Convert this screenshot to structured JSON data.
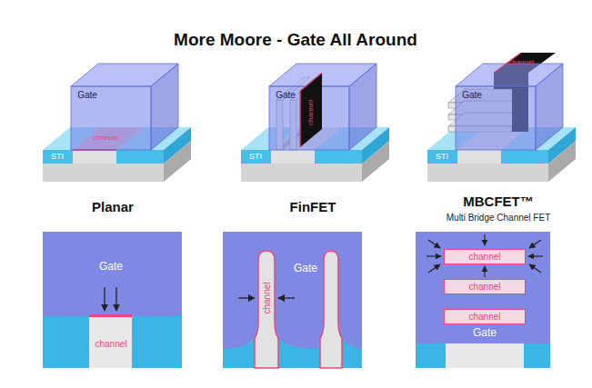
{
  "diagram": {
    "title": "More Moore - Gate All Around",
    "nodes": [
      {
        "text": [
          "channel"
        ]
      },
      {
        "text": [
          "channel"
        ]
      },
      {
        "text": [
          "channel"
        ]
      }
    ],
    "labels": [
      "Gate",
      "channel",
      "STI",
      "Gate",
      "channel",
      "STI",
      "Gate",
      "channel",
      "STI",
      "Planar",
      "FinFET",
      "MBCFET™",
      "Multi Bridge Channel FET",
      "Gate",
      "channel",
      "Gate",
      "channel",
      "Gate"
    ]
  }
}
